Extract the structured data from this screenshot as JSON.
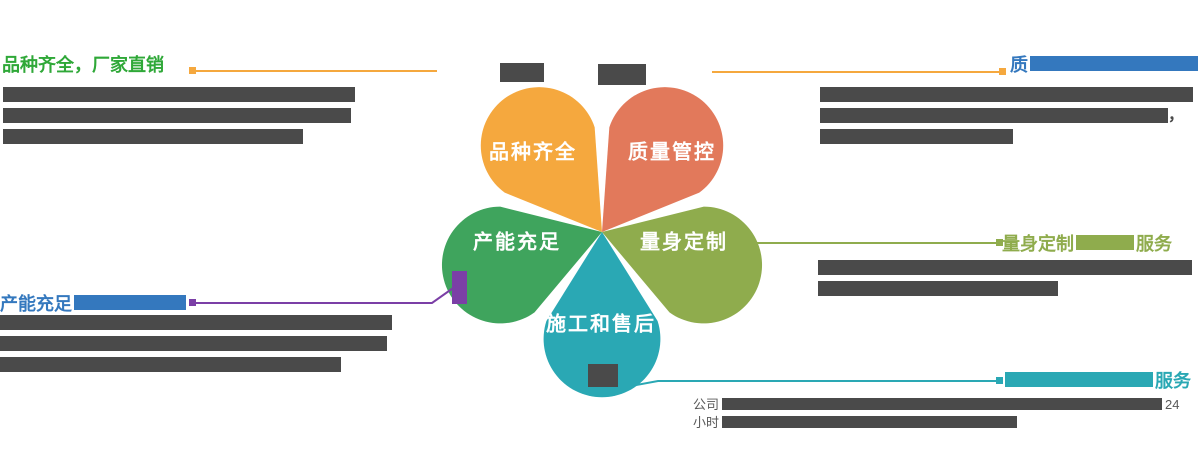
{
  "colors": {
    "bar_dark": "#4a4a4a",
    "body_text": "#595959",
    "orange": "#F5A83E",
    "salmon": "#E2795B",
    "green": "#3FA45D",
    "olive": "#8FAC4D",
    "teal": "#2AA8B4",
    "purple": "#7B3FA6",
    "blue": "#3478BE",
    "label_green": "#2FA838"
  },
  "flower": {
    "petals": [
      {
        "name": "variety",
        "label": "品种齐全",
        "color": "#F5A83E"
      },
      {
        "name": "quality",
        "label": "质量管控",
        "color": "#E2795B"
      },
      {
        "name": "capacity",
        "label": "产能充足",
        "color": "#3FA45D"
      },
      {
        "name": "custom",
        "label": "量身定制",
        "color": "#8FAC4D"
      },
      {
        "name": "aftersales",
        "label": "施工和售后",
        "color": "#2AA8B4"
      }
    ]
  },
  "callouts": [
    {
      "id": "top-left",
      "title_color": "#2FA838",
      "line_color": "#F5A83E",
      "title_segments": [
        {
          "text": "品种齐全，厂家直销"
        }
      ],
      "body_lines": [
        {
          "bar": 352
        },
        {
          "bar": 348
        },
        {
          "bar": 300
        }
      ]
    },
    {
      "id": "top-right",
      "title_color": "#3478BE",
      "line_color": "#F5A83E",
      "title_segments": [
        {
          "text": "质"
        },
        {
          "bar": 168
        }
      ],
      "body_lines": [
        {
          "bar": 373
        },
        {
          "bar": 348,
          "suffix": "，"
        },
        {
          "bar": 193
        }
      ]
    },
    {
      "id": "mid-right",
      "title_color": "#8FAC4D",
      "line_color": "#8FAC4D",
      "title_segments": [
        {
          "text": "量身定制"
        },
        {
          "bar": 58
        },
        {
          "text": "服务"
        }
      ],
      "body_lines": [
        {
          "bar": 374
        },
        {
          "bar": 240
        }
      ]
    },
    {
      "id": "bottom-right",
      "title_color": "#2AA8B4",
      "line_color": "#2AA8B4",
      "title_segments": [
        {
          "bar": 148
        },
        {
          "text": "服务"
        }
      ],
      "body_lines": [
        {
          "prefix": "公司",
          "bar": 440,
          "suffix": "24"
        },
        {
          "prefix": "小时",
          "bar": 295
        }
      ]
    },
    {
      "id": "mid-left",
      "title_color": "#3478BE",
      "line_color": "#7B3FA6",
      "title_segments": [
        {
          "text": "产能充足"
        },
        {
          "bar": 112
        }
      ],
      "body_lines": [
        {
          "bar": 392
        },
        {
          "bar": 387
        },
        {
          "bar": 341
        }
      ]
    }
  ]
}
